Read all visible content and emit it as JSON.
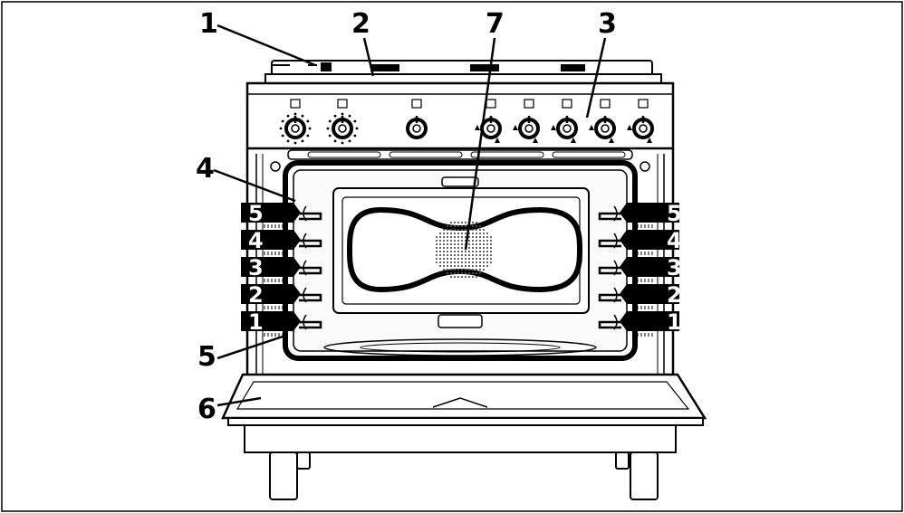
{
  "callouts": [
    {
      "id": "1",
      "label": "1"
    },
    {
      "id": "2",
      "label": "2"
    },
    {
      "id": "7",
      "label": "7"
    },
    {
      "id": "3",
      "label": "3"
    },
    {
      "id": "4",
      "label": "4"
    },
    {
      "id": "5",
      "label": "5"
    },
    {
      "id": "6",
      "label": "6"
    }
  ],
  "shelf_levels_left": [
    "5",
    "4",
    "3",
    "2",
    "1"
  ],
  "shelf_levels_right": [
    "5",
    "4",
    "3",
    "2",
    "1"
  ],
  "knob_symbols": [
    "timer",
    "thermostat",
    "oven-function",
    "burner-rear-left",
    "burner-front-left",
    "burner-center",
    "burner-rear-right",
    "burner-front-right"
  ],
  "colors": {
    "line": "#000000",
    "background": "#ffffff",
    "oven-interior": "#f4f4f4",
    "fan-dots": "#555555"
  }
}
